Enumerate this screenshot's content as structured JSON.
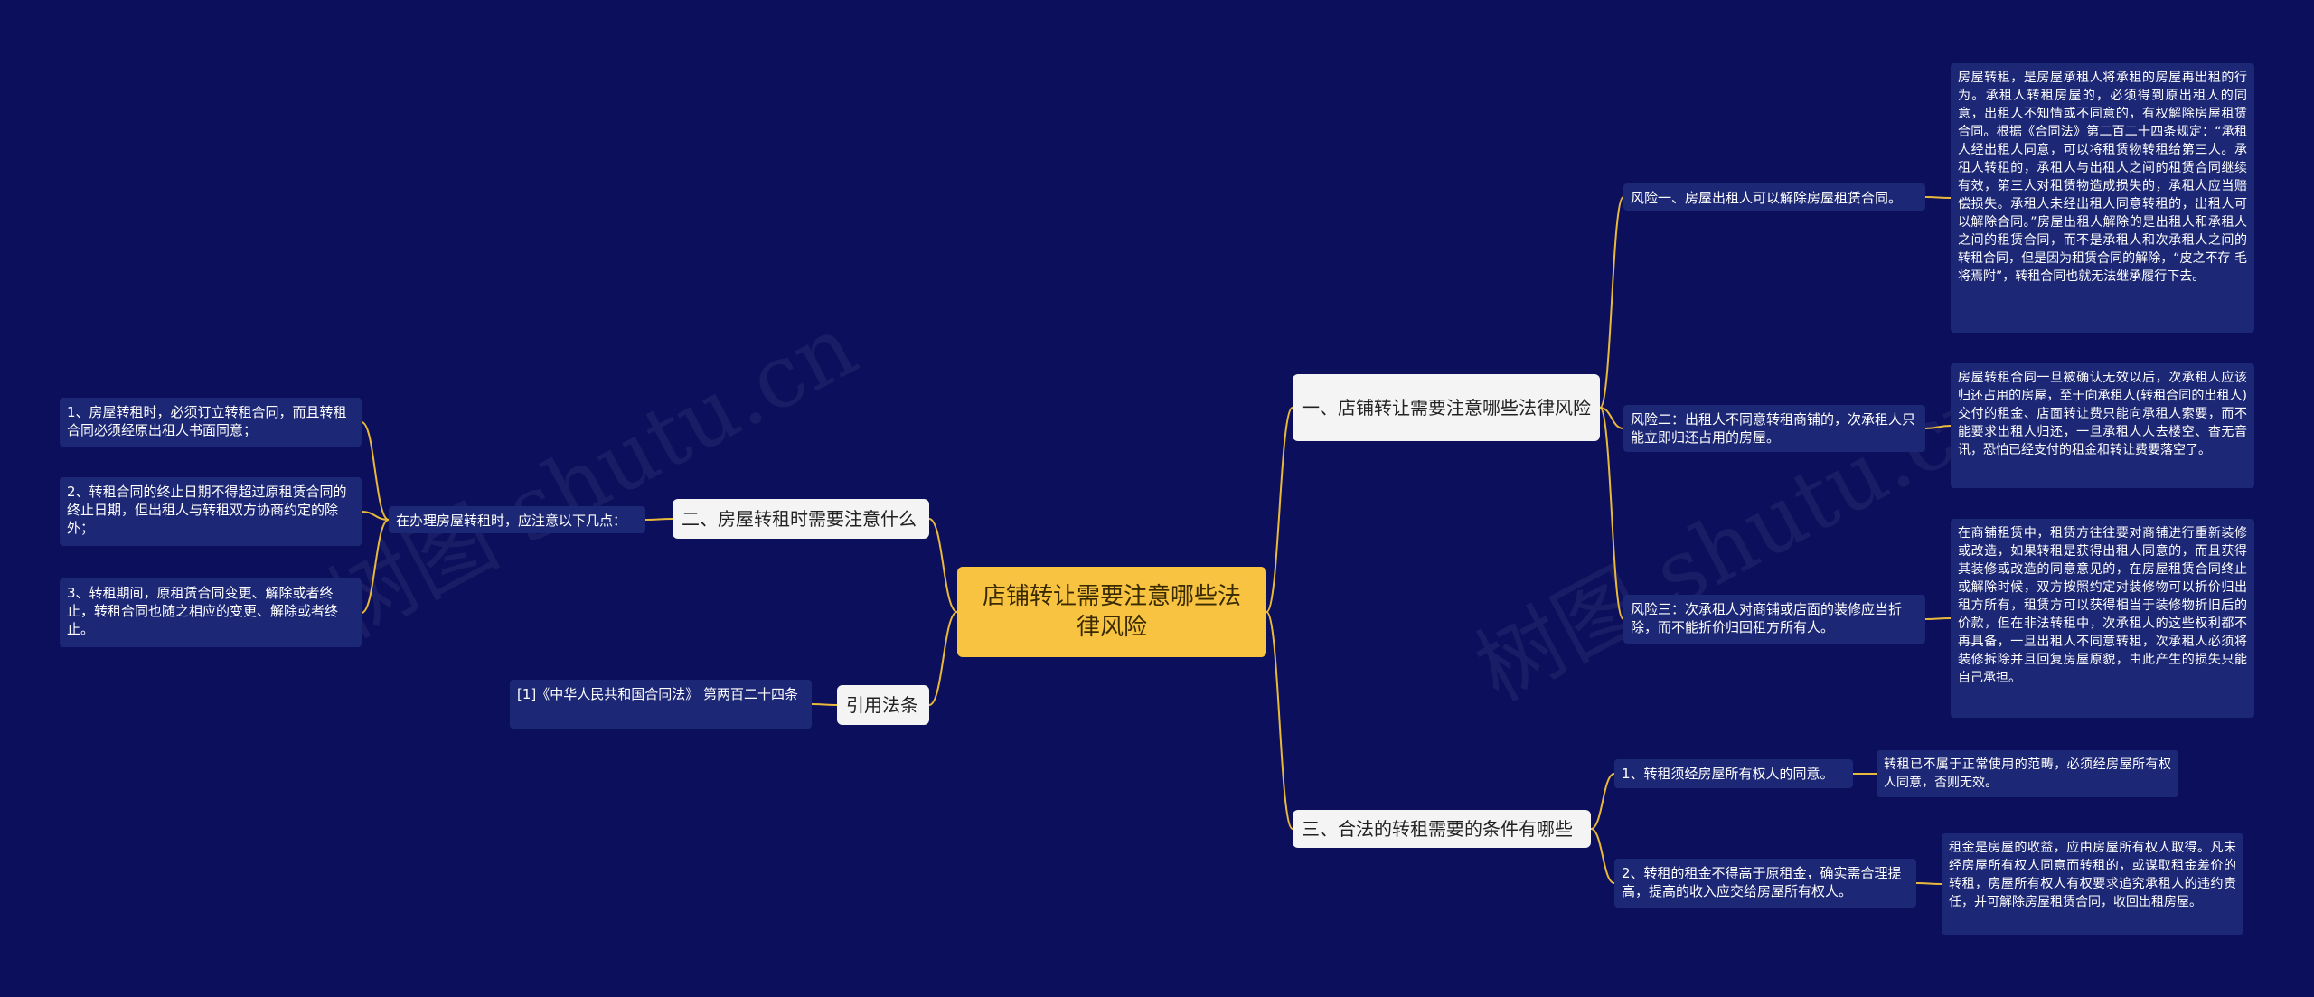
{
  "watermarks": [
    "树图 shutu.cn",
    "树图 shutu.cn"
  ],
  "root": "店铺转让需要注意哪些法律风险",
  "branch1": {
    "title": "一、店铺转让需要注意哪些法律风险",
    "risks": [
      {
        "label": "风险一、房屋出租人可以解除房屋租赁合同。",
        "detail": "房屋转租，是房屋承租人将承租的房屋再出租的行为。承租人转租房屋的，必须得到原出租人的同意，出租人不知情或不同意的，有权解除房屋租赁合同。根据《合同法》第二百二十四条规定：“承租人经出租人同意，可以将租赁物转租给第三人。承租人转租的，承租人与出租人之间的租赁合同继续有效，第三人对租赁物造成损失的，承租人应当赔偿损失。承租人未经出租人同意转租的，出租人可以解除合同。”房屋出租人解除的是出租人和承租人之间的租赁合同，而不是承租人和次承租人之间的转租合同，但是因为租赁合同的解除，“皮之不存 毛将焉附”，转租合同也就无法继承履行下去。"
      },
      {
        "label": "风险二：出租人不同意转租商铺的，次承租人只能立即归还占用的房屋。",
        "detail": "房屋转租合同一旦被确认无效以后，次承租人应该归还占用的房屋，至于向承租人(转租合同的出租人)交付的租金、店面转让费只能向承租人索要，而不能要求出租人归还，一旦承租人人去楼空、杳无音讯，恐怕已经支付的租金和转让费要落空了。"
      },
      {
        "label": "风险三：次承租人对商铺或店面的装修应当折除，而不能折价归回租方所有人。",
        "detail": "在商铺租赁中，租赁方往往要对商铺进行重新装修或改造，如果转租是获得出租人同意的，而且获得其装修或改造的同意意见的，在房屋租赁合同终止或解除时候，双方按照约定对装修物可以折价归出租方所有，租赁方可以获得相当于装修物折旧后的价款，但在非法转租中，次承租人的这些权利都不再具备，一旦出租人不同意转租，次承租人必须将装修拆除并且回复房屋原貌，由此产生的损失只能自己承担。"
      }
    ]
  },
  "branch2": {
    "title": "二、房屋转租时需要注意什么",
    "intro": "在办理房屋转租时，应注意以下几点：",
    "items": [
      "1、房屋转租时，必须订立转租合同，而且转租合同必须经原出租人书面同意；",
      "2、转租合同的终止日期不得超过原租赁合同的终止日期，但出租人与转租双方协商约定的除外；",
      "3、转租期间，原租赁合同变更、解除或者终止，转租合同也随之相应的变更、解除或者终止。"
    ]
  },
  "branch3": {
    "title": "三、合法的转租需要的条件有哪些",
    "conditions": [
      {
        "label": "1、转租须经房屋所有权人的同意。",
        "detail": "转租已不属于正常使用的范畴，必须经房屋所有权人同意，否则无效。"
      },
      {
        "label": "2、转租的租金不得高于原租金，确实需合理提高，提高的收入应交给房屋所有权人。",
        "detail": "租金是房屋的收益，应由房屋所有权人取得。凡未经房屋所有权人同意而转租的，或谋取租金差价的转租，房屋所有权人有权要求追究承租人的违约责任，并可解除房屋租赁合同，收回出租房屋。"
      }
    ]
  },
  "branch4": {
    "title": "引用法条",
    "citation": "[1]《中华人民共和国合同法》 第两百二十四条"
  },
  "colors": {
    "background": "#0b0f5c",
    "root": "#f7c340",
    "link": "#e8b93a",
    "leaf": "#1c2775"
  }
}
